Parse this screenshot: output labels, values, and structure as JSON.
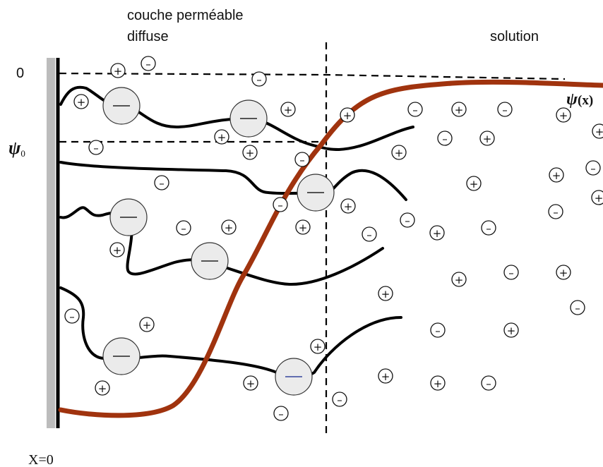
{
  "labels": {
    "layer": [
      "couche perméable",
      "diffuse"
    ],
    "solution": "solution",
    "zero": "0",
    "psi0_symbol": "ψ",
    "psi0_sub": "0",
    "psix_symbol": "ψ",
    "psix_arg": "(x)",
    "x0": "X=0"
  },
  "glyphs": {
    "plus": "+",
    "minus": "–",
    "big_minus": "—"
  },
  "colors": {
    "potential_curve": "#a0330e",
    "wall": "#bcbcbc",
    "big_ion_fill": "#ebebeb",
    "highlight_ion_stroke": "#34459c"
  }
}
